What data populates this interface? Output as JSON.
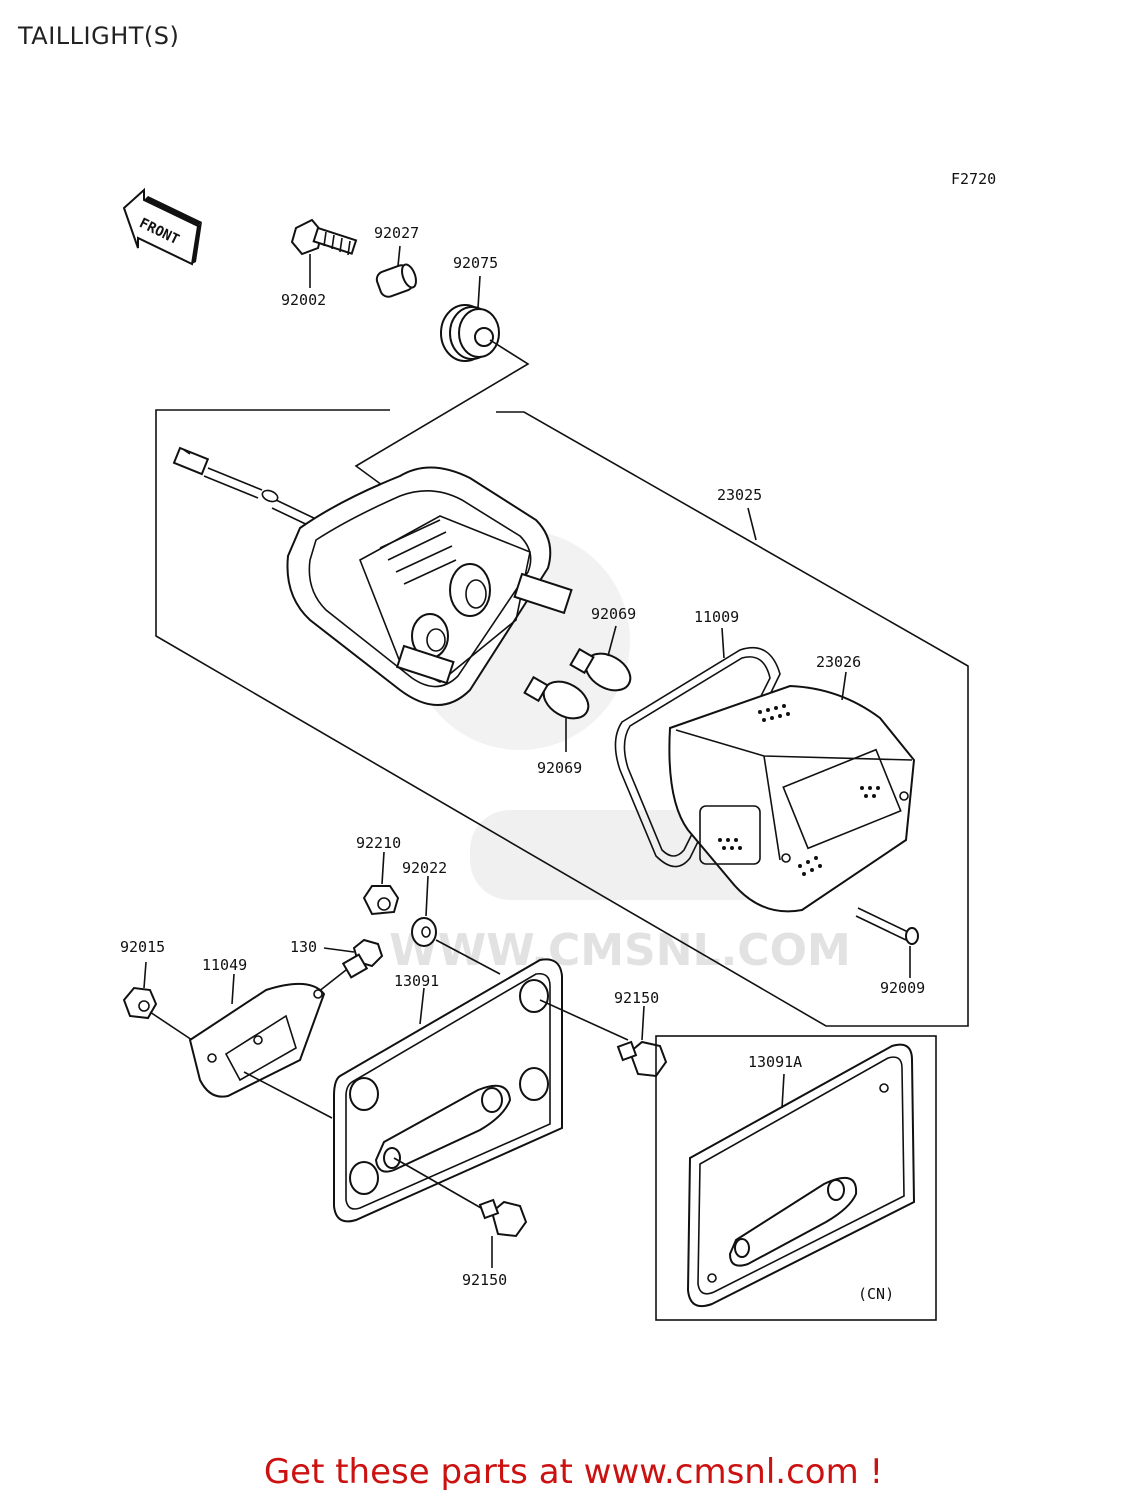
{
  "page": {
    "title": "TAILLIGHT(S)",
    "footer": "Get these parts at www.cmsnl.com !"
  },
  "diagram": {
    "code": "F2720",
    "front_label": "FRONT",
    "cn_note": "(CN)",
    "watermark": "WWW.CMSNL.COM",
    "part_numbers": {
      "p92002": "92002",
      "p92027": "92027",
      "p92075": "92075",
      "p23025": "23025",
      "p11009": "11009",
      "p92069a": "92069",
      "p92069b": "92069",
      "p23026": "23026",
      "p92210": "92210",
      "p92022": "92022",
      "p92015": "92015",
      "p11049": "11049",
      "p130": "130",
      "p13091": "13091",
      "p92150a": "92150",
      "p92009": "92009",
      "p13091A": "13091A",
      "p92150b": "92150"
    }
  }
}
